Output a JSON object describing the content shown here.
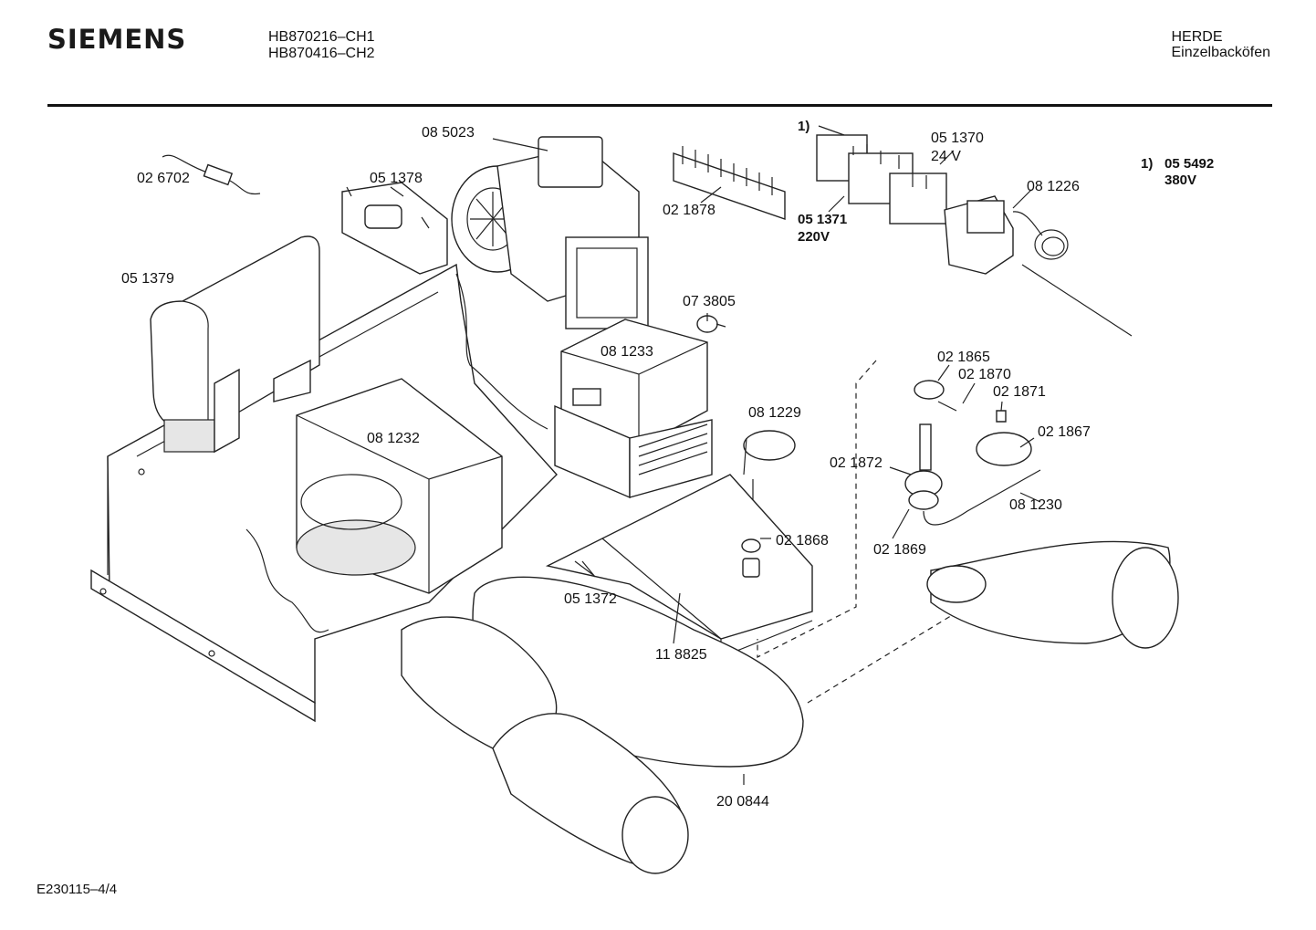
{
  "header": {
    "brand": "SIEMENS",
    "models": [
      "HB870216–CH1",
      "HB870416–CH2"
    ],
    "category": "HERDE",
    "subcategory": "Einzelbacköfen"
  },
  "footer": {
    "doc_ref": "E230115–4/4"
  },
  "parts": [
    {
      "id": "p-026702",
      "label": "02 6702"
    },
    {
      "id": "p-051378",
      "label": "05 1378"
    },
    {
      "id": "p-085023",
      "label": "08 5023"
    },
    {
      "id": "p-021878",
      "label": "02 1878"
    },
    {
      "id": "p-note1",
      "label": "1)"
    },
    {
      "id": "p-051370",
      "label": "05 1370"
    },
    {
      "id": "p-051370v",
      "label": "24 V"
    },
    {
      "id": "p-051371",
      "label": "05 1371"
    },
    {
      "id": "p-051371v",
      "label": "220V"
    },
    {
      "id": "p-081226",
      "label": "08 1226"
    },
    {
      "id": "p-051379",
      "label": "05 1379"
    },
    {
      "id": "p-073805",
      "label": "07 3805"
    },
    {
      "id": "p-081233",
      "label": "08 1233"
    },
    {
      "id": "p-021865",
      "label": "02 1865"
    },
    {
      "id": "p-021870",
      "label": "02 1870"
    },
    {
      "id": "p-021871",
      "label": "02 1871"
    },
    {
      "id": "p-081229",
      "label": "08 1229"
    },
    {
      "id": "p-081232",
      "label": "08 1232"
    },
    {
      "id": "p-021867",
      "label": "02 1867"
    },
    {
      "id": "p-021872",
      "label": "02 1872"
    },
    {
      "id": "p-081230",
      "label": "08 1230"
    },
    {
      "id": "p-021868",
      "label": "02 1868"
    },
    {
      "id": "p-021869",
      "label": "02 1869"
    },
    {
      "id": "p-051372",
      "label": "05 1372"
    },
    {
      "id": "p-118825",
      "label": "11 8825"
    },
    {
      "id": "p-200844",
      "label": "20 0844"
    }
  ],
  "footnote": {
    "marker": "1)",
    "part": "05 5492",
    "voltage": "380V"
  }
}
